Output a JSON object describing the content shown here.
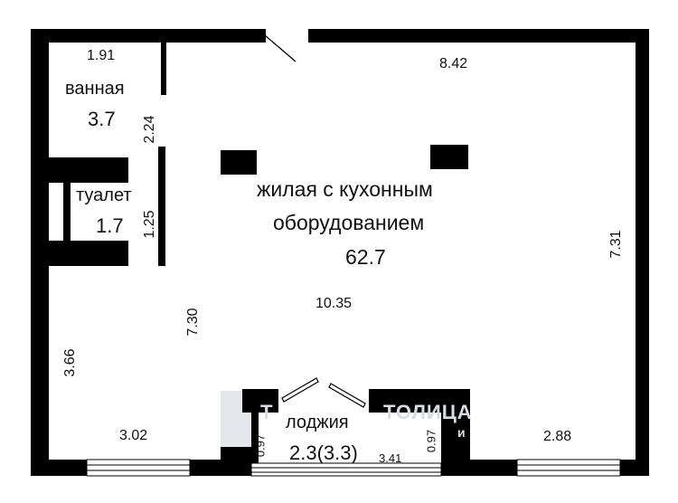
{
  "plan": {
    "rooms": [
      {
        "id": "bath",
        "name": "ванная",
        "area": "3.7"
      },
      {
        "id": "toilet",
        "name": "туалет",
        "area": "1.7"
      },
      {
        "id": "living",
        "name_line1": "жилая с кухонным",
        "name_line2": "оборудованием",
        "area": "62.7"
      },
      {
        "id": "loggia",
        "name": "лоджия",
        "area": "2.3(3.3)"
      }
    ],
    "dimensions": {
      "bath_width": "1.91",
      "bath_height": "2.24",
      "toilet_height": "1.25",
      "top_width": "8.42",
      "right_height": "7.31",
      "main_width": "10.35",
      "inner_height": "7.30",
      "left_lower_height": "3.66",
      "bottom_left_width": "3.02",
      "bottom_right_width": "2.88",
      "loggia_width": "3.41",
      "loggia_left_depth": "0.97",
      "loggia_right_depth": "0.97"
    },
    "watermark": {
      "text_left": "Т",
      "text_right": "ТОЛИЦА",
      "text_sub": "и"
    }
  }
}
